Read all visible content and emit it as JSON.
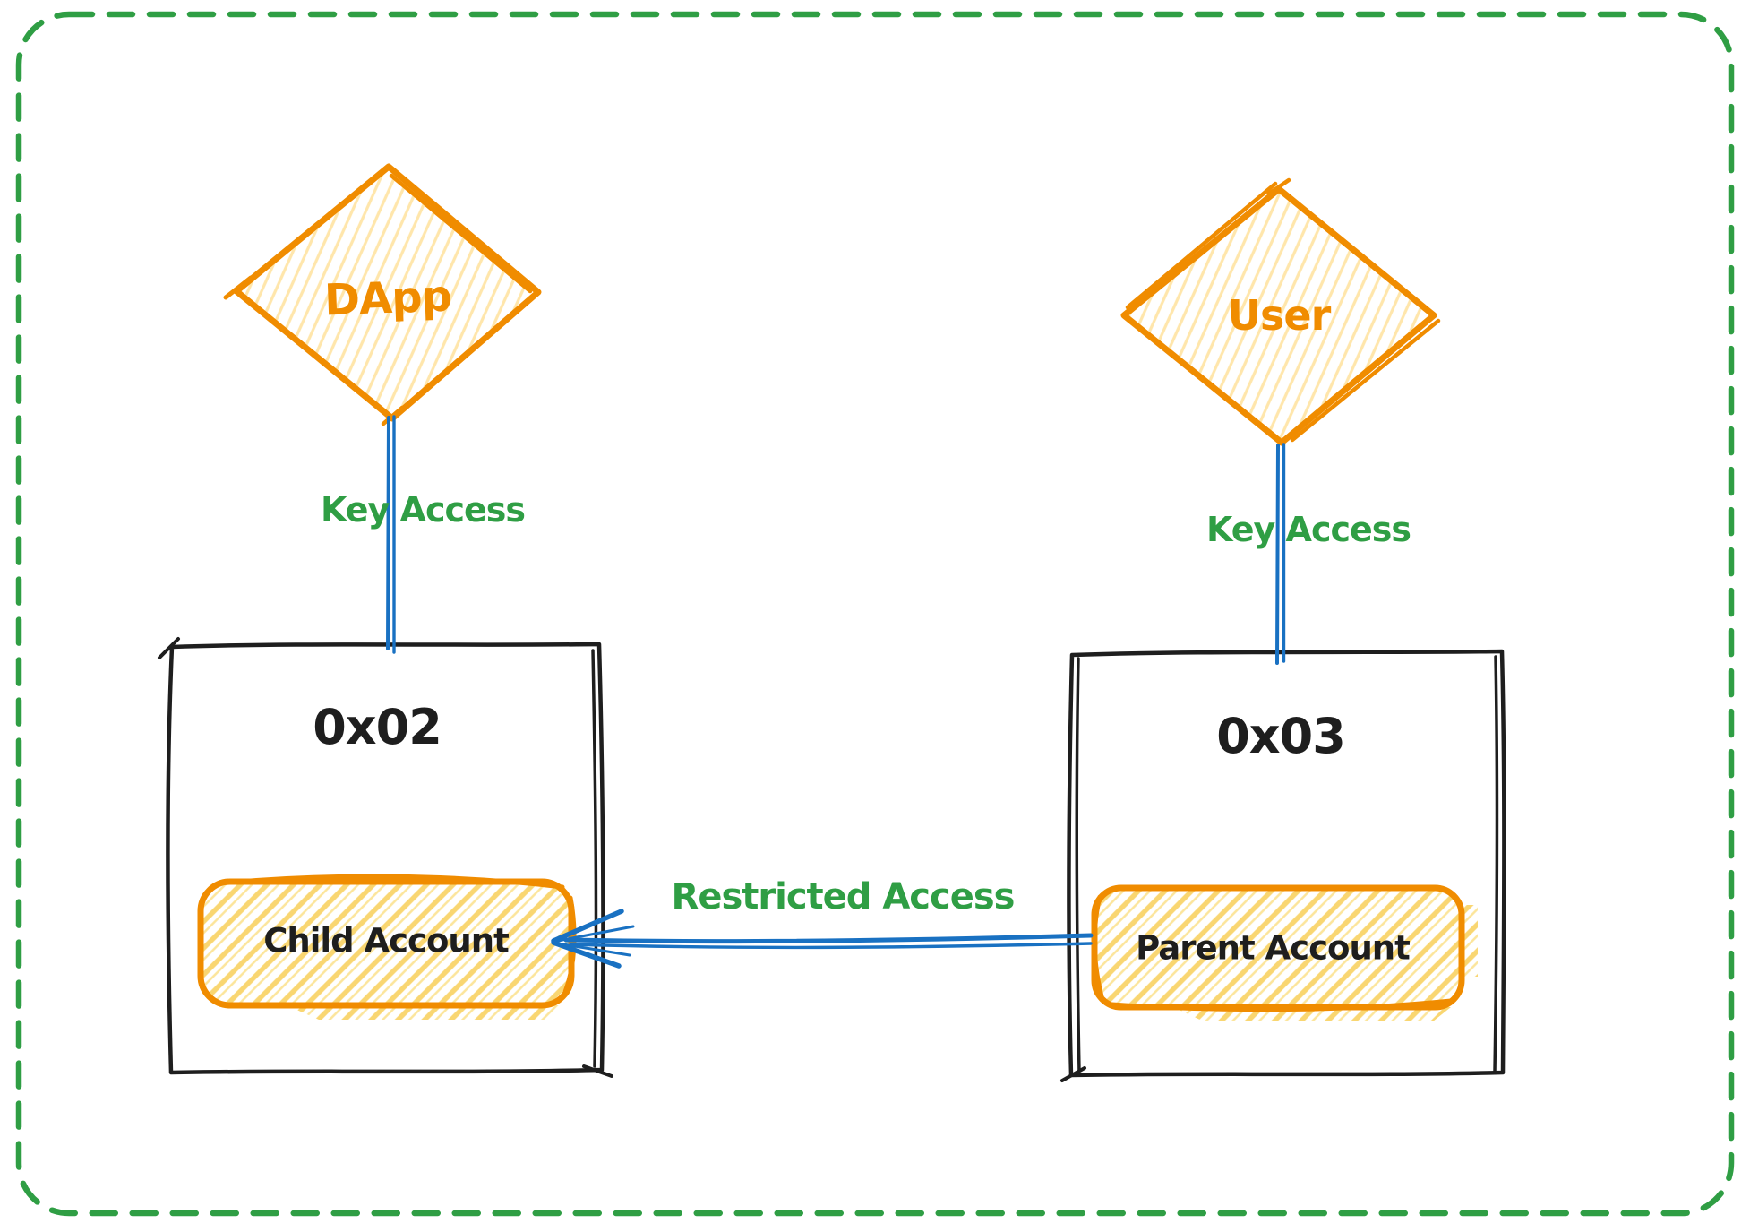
{
  "diagram": {
    "background": "#ffffff",
    "frame": {
      "border_color": "#2f9e44",
      "border_style": "dashed-rounded"
    },
    "palette": {
      "orange": "#f08c00",
      "blue": "#1971c2",
      "green": "#2f9e44",
      "ink": "#1e1e1e",
      "hachure_light": "#ffe6ab",
      "hachure_gold": "#f9d671"
    },
    "nodes": {
      "dapp": {
        "label": "DApp",
        "shape": "diamond"
      },
      "user": {
        "label": "User",
        "shape": "diamond"
      },
      "box02": {
        "label": "0x02",
        "shape": "rectangle"
      },
      "box03": {
        "label": "0x03",
        "shape": "rectangle"
      },
      "child_account": {
        "label": "Child Account",
        "shape": "rounded-rectangle"
      },
      "parent_account": {
        "label": "Parent Account",
        "shape": "rounded-rectangle"
      }
    },
    "edges": {
      "dapp_key_access": {
        "label": "Key Access",
        "from": "DApp",
        "to": "0x02"
      },
      "user_key_access": {
        "label": "Key Access",
        "from": "User",
        "to": "0x03"
      },
      "restricted_access": {
        "label": "Restricted Access",
        "from": "Parent Account",
        "to": "Child Account"
      }
    }
  }
}
